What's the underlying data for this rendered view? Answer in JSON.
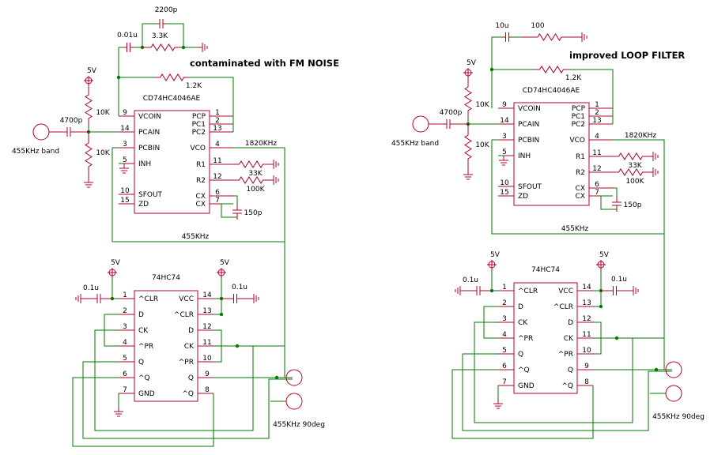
{
  "left": {
    "title": "contaminated with FM NOISE",
    "pll": {
      "part": "CD74HC4046AE",
      "pins_left": [
        {
          "num": "9",
          "name": "VCOIN"
        },
        {
          "num": "14",
          "name": "PCAIN"
        },
        {
          "num": "3",
          "name": "PCBIN"
        },
        {
          "num": "5",
          "name": "INH"
        },
        {
          "num": "10",
          "name": "SFOUT"
        },
        {
          "num": "15",
          "name": "ZD"
        }
      ],
      "pins_right": [
        {
          "num": "1",
          "name": "PCP"
        },
        {
          "num": "2",
          "name": "PC1"
        },
        {
          "num": "13",
          "name": "PC2"
        },
        {
          "num": "4",
          "name": "VCO"
        },
        {
          "num": "11",
          "name": "R1"
        },
        {
          "num": "12",
          "name": "R2"
        },
        {
          "num": "6",
          "name": "CX"
        },
        {
          "num": "7",
          "name": "CX"
        }
      ]
    },
    "ff": {
      "part": "74HC74",
      "pins_left": [
        {
          "num": "1",
          "name": "^CLR"
        },
        {
          "num": "2",
          "name": "D"
        },
        {
          "num": "3",
          "name": "CK"
        },
        {
          "num": "4",
          "name": "^PR"
        },
        {
          "num": "5",
          "name": "Q"
        },
        {
          "num": "6",
          "name": "^Q"
        },
        {
          "num": "7",
          "name": "GND"
        }
      ],
      "pins_right": [
        {
          "num": "14",
          "name": "VCC"
        },
        {
          "num": "13",
          "name": "^CLR"
        },
        {
          "num": "12",
          "name": "D"
        },
        {
          "num": "11",
          "name": "CK"
        },
        {
          "num": "10",
          "name": "^PR"
        },
        {
          "num": "9",
          "name": "Q"
        },
        {
          "num": "8",
          "name": "^Q"
        }
      ]
    },
    "labels": {
      "c_loop": "0.01u",
      "c_parallel": "2200p",
      "r_loop": "3.3K",
      "r_feedback": "1.2K",
      "supply": "5V",
      "r_bias_top": "10K",
      "r_bias_bot": "10K",
      "c_input": "4700p",
      "input_label": "455KHz band",
      "freq_vco": "1820KHz",
      "r1_value": "33K",
      "r2_value": "100K",
      "cx_value": "150p",
      "net_455": "455KHz",
      "supply_ff_left": "5V",
      "supply_ff_right": "5V",
      "decoup_left": "0.1u",
      "decoup_right": "0.1u",
      "out_90": "455KHz 90deg"
    }
  },
  "right": {
    "title": "improved LOOP FILTER",
    "pll": {
      "part": "CD74HC4046AE",
      "pins_left": [
        {
          "num": "9",
          "name": "VCOIN"
        },
        {
          "num": "14",
          "name": "PCAIN"
        },
        {
          "num": "3",
          "name": "PCBIN"
        },
        {
          "num": "5",
          "name": "INH"
        },
        {
          "num": "10",
          "name": "SFOUT"
        },
        {
          "num": "15",
          "name": "ZD"
        }
      ],
      "pins_right": [
        {
          "num": "1",
          "name": "PCP"
        },
        {
          "num": "2",
          "name": "PC1"
        },
        {
          "num": "13",
          "name": "PC2"
        },
        {
          "num": "4",
          "name": "VCO"
        },
        {
          "num": "11",
          "name": "R1"
        },
        {
          "num": "12",
          "name": "R2"
        },
        {
          "num": "6",
          "name": "CX"
        },
        {
          "num": "7",
          "name": "CX"
        }
      ]
    },
    "ff": {
      "part": "74HC74",
      "pins_left": [
        {
          "num": "1",
          "name": "^CLR"
        },
        {
          "num": "2",
          "name": "D"
        },
        {
          "num": "3",
          "name": "CK"
        },
        {
          "num": "4",
          "name": "^PR"
        },
        {
          "num": "5",
          "name": "Q"
        },
        {
          "num": "6",
          "name": "^Q"
        },
        {
          "num": "7",
          "name": "GND"
        }
      ],
      "pins_right": [
        {
          "num": "14",
          "name": "VCC"
        },
        {
          "num": "13",
          "name": "^CLR"
        },
        {
          "num": "12",
          "name": "D"
        },
        {
          "num": "11",
          "name": "CK"
        },
        {
          "num": "10",
          "name": "^PR"
        },
        {
          "num": "9",
          "name": "Q"
        },
        {
          "num": "8",
          "name": "^Q"
        }
      ]
    },
    "labels": {
      "c_loop": "10u",
      "r_loop": "100",
      "r_feedback": "1.2K",
      "supply": "5V",
      "r_bias_top": "10K",
      "r_bias_bot": "10K",
      "c_input": "4700p",
      "input_label": "455KHz band",
      "freq_vco": "1820KHz",
      "r1_value": "33K",
      "r2_value": "100K",
      "cx_value": "150p",
      "net_455": "455KHz",
      "supply_ff_left": "5V",
      "supply_ff_right": "5V",
      "decoup_left": "0.1u",
      "decoup_right": "0.1u",
      "out_90": "455KHz 90deg"
    }
  }
}
